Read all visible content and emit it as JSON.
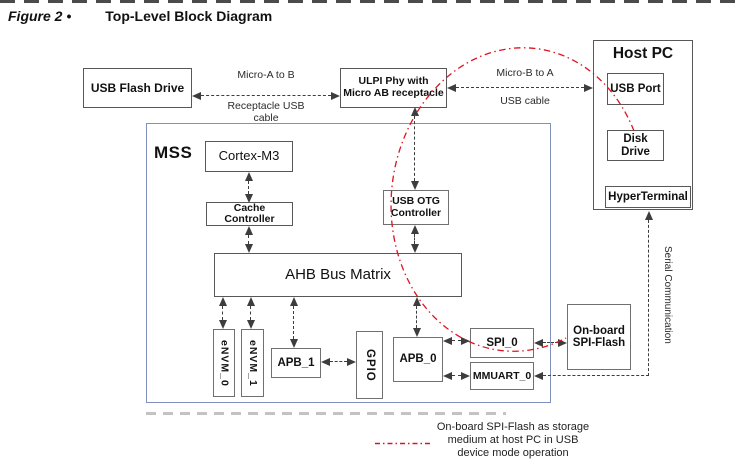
{
  "page": {
    "figure_label": "Figure 2 •",
    "figure_title": "Top-Level Block Diagram"
  },
  "external": {
    "usb_flash_drive": "USB Flash Drive",
    "ulpi_phy_line1": "ULPI Phy with",
    "ulpi_phy_line2": "Micro AB receptacle",
    "onboard_flash_line1": "On-board",
    "onboard_flash_line2": "SPI-Flash"
  },
  "host_pc": {
    "title": "Host PC",
    "usb_port": "USB Port",
    "disk_drive": "Disk Drive",
    "hyperterminal": "HyperTerminal"
  },
  "mss": {
    "title": "MSS",
    "cortex_m3": "Cortex-M3",
    "cache_line1": "Cache",
    "cache_line2": "Controller",
    "usb_otg_line1": "USB OTG",
    "usb_otg_line2": "Controller",
    "ahb": "AHB Bus Matrix",
    "envm0": "eNVM_0",
    "envm1": "eNVM_1",
    "apb1": "APB_1",
    "gpio": "GPIO",
    "apb0": "APB_0",
    "spi0": "SPI_0",
    "mmuart0": "MMUART_0"
  },
  "labels": {
    "micro_a_to_b": "Micro-A to B",
    "receptacle_usb_line1": "Receptacle USB",
    "receptacle_usb_line2": "cable",
    "micro_b_to_a": "Micro-B to A",
    "usb_cable": "USB cable",
    "serial_communication": "Serial Communication"
  },
  "legend": {
    "line1": "On-board SPI-Flash as storage",
    "line2": "medium at host PC in USB",
    "line3": "device mode operation"
  },
  "colors": {
    "annotation_red": "#e01220",
    "mss_border": "#8091c0",
    "box_border": "#585858",
    "arrow": "#3d3d3d",
    "background": "#ffffff"
  }
}
